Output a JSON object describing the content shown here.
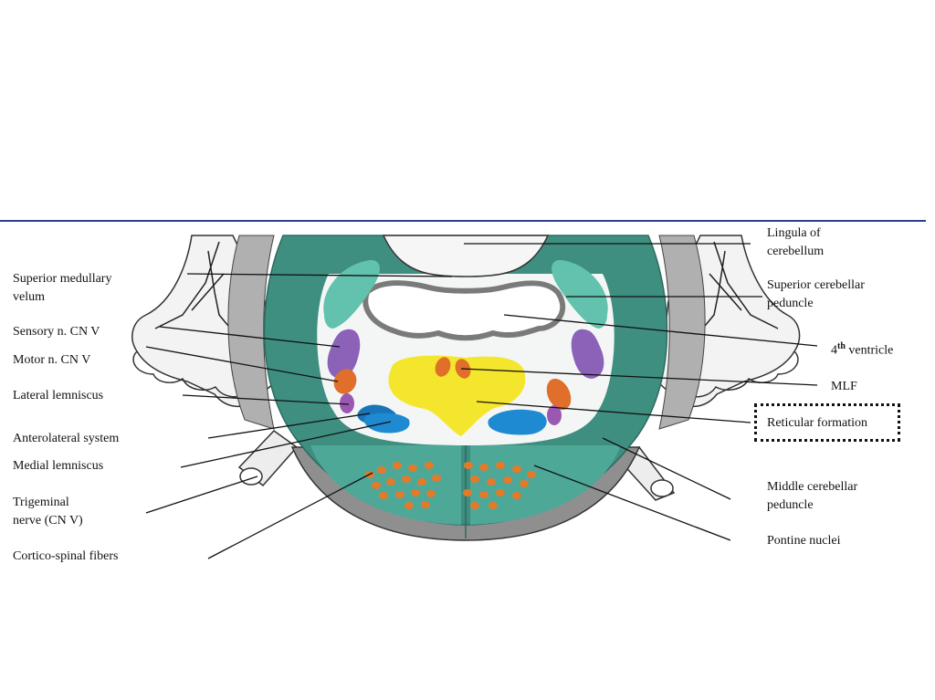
{
  "colors": {
    "rule": "#2b3f8a",
    "teal_dark": "#3f8f80",
    "teal_light": "#63c2ad",
    "purple": "#8b62b8",
    "orange": "#df6f2a",
    "yellow": "#f4e62c",
    "blue": "#1e8ad2",
    "grey": "#9a9a9a"
  },
  "labels_left": [
    {
      "key": "superior_medullary_velum_1",
      "text": "Superior medullary"
    },
    {
      "key": "superior_medullary_velum_2",
      "text": "velum"
    },
    {
      "key": "sensory",
      "text": "Sensory n. CN V"
    },
    {
      "key": "motor",
      "text": "Motor n. CN V"
    },
    {
      "key": "lateral_lemniscus",
      "text": "Lateral lemniscus"
    },
    {
      "key": "anterolateral",
      "text": "Anterolateral system"
    },
    {
      "key": "medial_lemniscus",
      "text": "Medial lemniscus"
    },
    {
      "key": "trigeminal_1",
      "text": "Trigeminal"
    },
    {
      "key": "trigeminal_2",
      "text": "nerve (CN V)"
    },
    {
      "key": "corticospinal",
      "text": "Cortico-spinal fibers"
    }
  ],
  "labels_right": [
    {
      "key": "lingula_1",
      "text": "Lingula of"
    },
    {
      "key": "lingula_2",
      "text": "cerebellum"
    },
    {
      "key": "scp_1",
      "text": "Superior cerebellar"
    },
    {
      "key": "scp_2",
      "text": "peduncle"
    },
    {
      "key": "ventricle_num",
      "text": "4"
    },
    {
      "key": "ventricle_sup",
      "text": "th"
    },
    {
      "key": "ventricle_word",
      "text": " ventricle"
    },
    {
      "key": "mlf",
      "text": "MLF"
    },
    {
      "key": "reticular",
      "text": "Reticular formation"
    },
    {
      "key": "mcp_1",
      "text": "Middle cerebellar"
    },
    {
      "key": "mcp_2",
      "text": "peduncle"
    },
    {
      "key": "pontine",
      "text": "Pontine nuclei"
    }
  ]
}
